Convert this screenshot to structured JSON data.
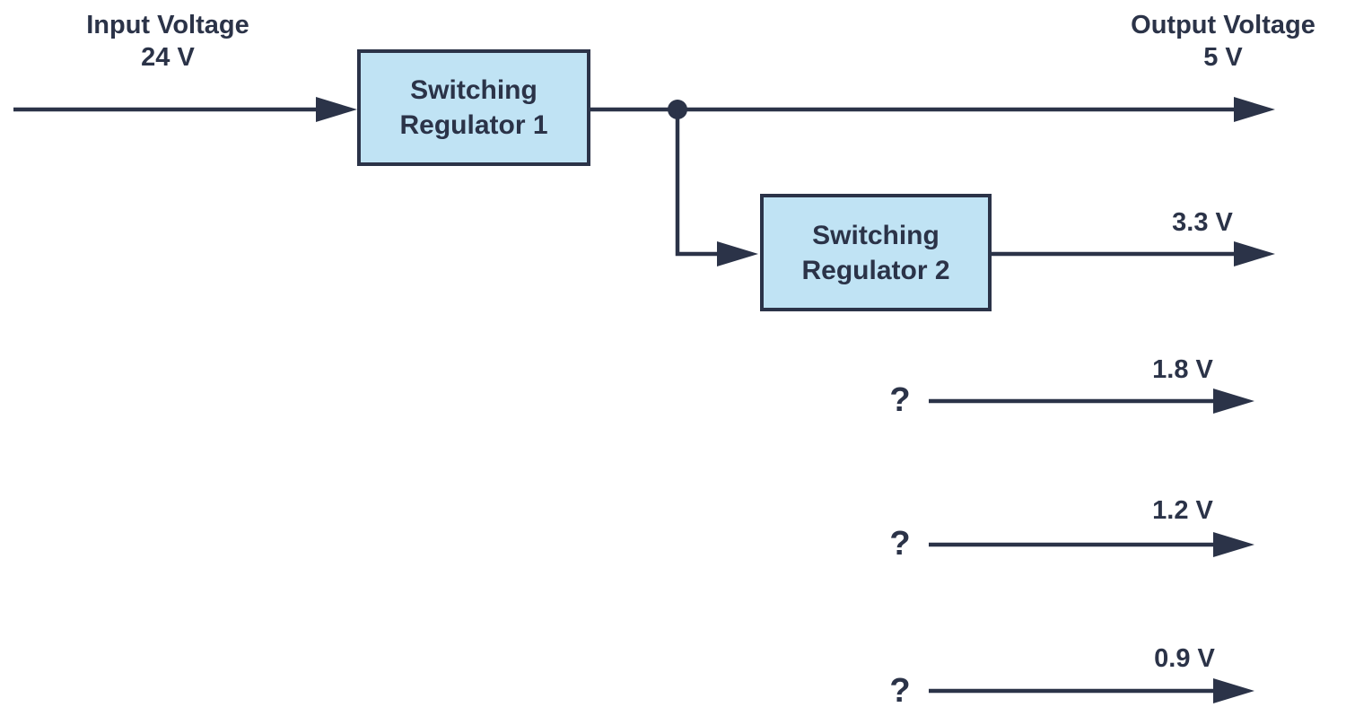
{
  "diagram": {
    "colors": {
      "line": "#2b3348",
      "box_fill": "#c0e3f4",
      "box_border": "#2b3348",
      "background": "#ffffff"
    },
    "input": {
      "label": "Input Voltage",
      "value": "24 V"
    },
    "output": {
      "label": "Output Voltage",
      "value": "5 V"
    },
    "blocks": [
      {
        "line1": "Switching",
        "line2": "Regulator 1"
      },
      {
        "line1": "Switching",
        "line2": "Regulator 2"
      }
    ],
    "rails": [
      {
        "label": "3.3 V"
      },
      {
        "label": "1.8 V",
        "source_mark": "?"
      },
      {
        "label": "1.2 V",
        "source_mark": "?"
      },
      {
        "label": "0.9 V",
        "source_mark": "?"
      }
    ]
  }
}
